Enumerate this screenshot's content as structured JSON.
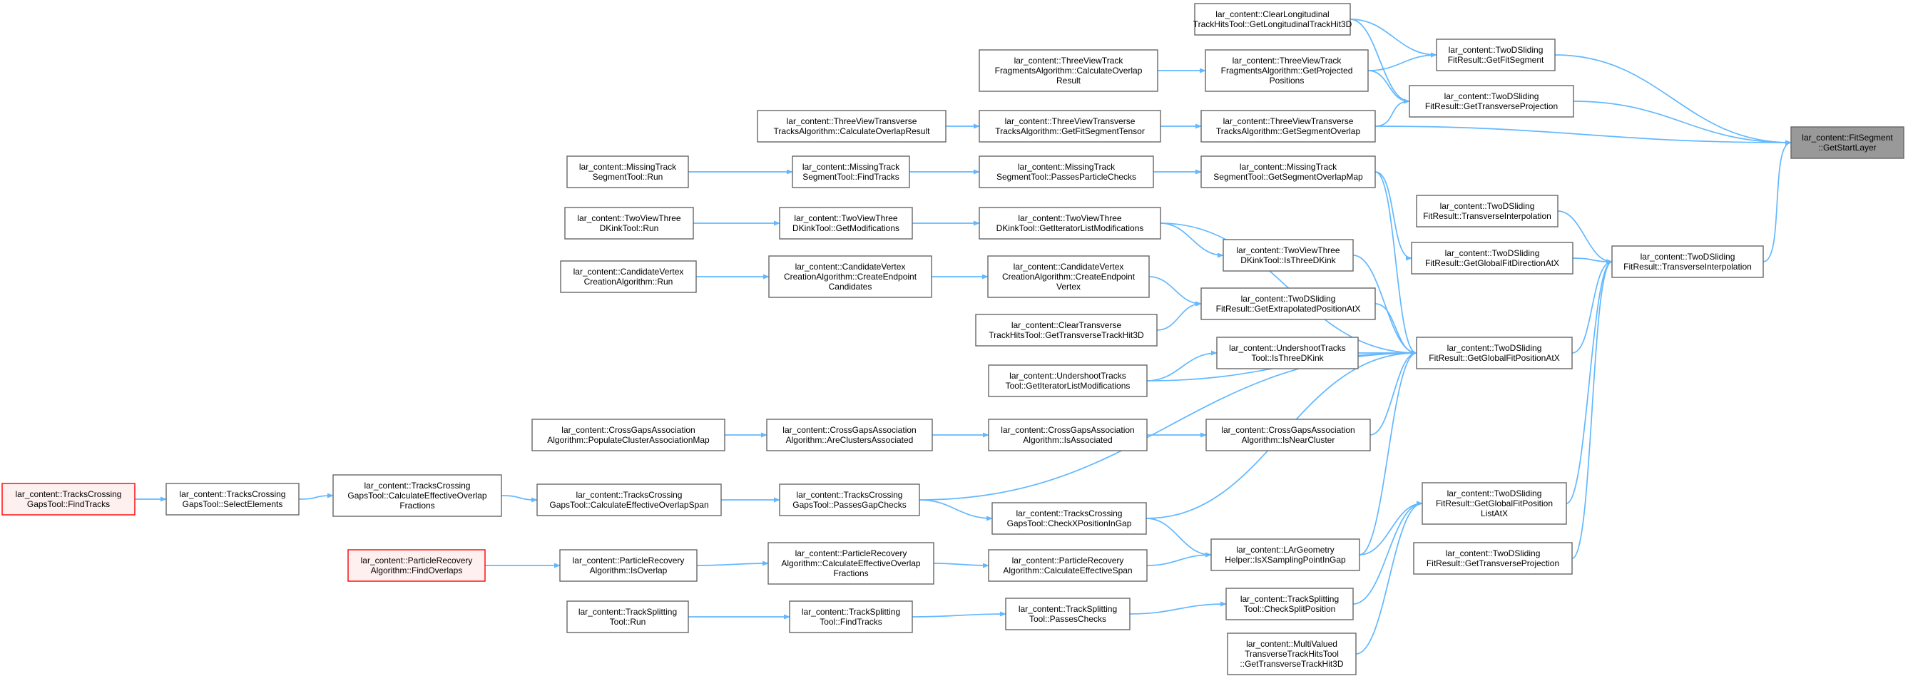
{
  "graph": {
    "nodes": [
      {
        "id": "n0",
        "lines": [
          "lar_content::FitSegment",
          "::GetStartLayer"
        ],
        "kind": "target"
      },
      {
        "id": "n1",
        "lines": [
          "lar_content::TwoDSliding",
          "FitResult::GetFitSegment"
        ],
        "kind": "normal"
      },
      {
        "id": "n2",
        "lines": [
          "lar_content::TwoDSliding",
          "FitResult::GetTransverseProjection"
        ],
        "kind": "normal"
      },
      {
        "id": "n3",
        "lines": [
          "lar_content::TwoDSliding",
          "FitResult::TransverseInterpolation"
        ],
        "kind": "normal"
      },
      {
        "id": "n4",
        "lines": [
          "lar_content::ClearLongitudinal",
          "TrackHitsTool::GetLongitudinalTrackHit3D"
        ],
        "kind": "normal"
      },
      {
        "id": "n5",
        "lines": [
          "lar_content::ThreeViewTrack",
          "FragmentsAlgorithm::GetProjected",
          "Positions"
        ],
        "kind": "normal"
      },
      {
        "id": "n6",
        "lines": [
          "lar_content::ThreeViewTrack",
          "FragmentsAlgorithm::CalculateOverlap",
          "Result"
        ],
        "kind": "normal"
      },
      {
        "id": "n7",
        "lines": [
          "lar_content::ThreeViewTransverse",
          "TracksAlgorithm::GetSegmentOverlap"
        ],
        "kind": "normal"
      },
      {
        "id": "n8",
        "lines": [
          "lar_content::ThreeViewTransverse",
          "TracksAlgorithm::GetFitSegmentTensor"
        ],
        "kind": "normal"
      },
      {
        "id": "n9",
        "lines": [
          "lar_content::ThreeViewTransverse",
          "TracksAlgorithm::CalculateOverlapResult"
        ],
        "kind": "normal"
      },
      {
        "id": "n10",
        "lines": [
          "lar_content::MissingTrack",
          "SegmentTool::GetSegmentOverlapMap"
        ],
        "kind": "normal"
      },
      {
        "id": "n11",
        "lines": [
          "lar_content::MissingTrack",
          "SegmentTool::PassesParticleChecks"
        ],
        "kind": "normal"
      },
      {
        "id": "n12",
        "lines": [
          "lar_content::MissingTrack",
          "SegmentTool::FindTracks"
        ],
        "kind": "normal"
      },
      {
        "id": "n13",
        "lines": [
          "lar_content::MissingTrack",
          "SegmentTool::Run"
        ],
        "kind": "normal"
      },
      {
        "id": "n14",
        "lines": [
          "lar_content::TwoDSliding",
          "FitResult::TransverseInterpolation"
        ],
        "kind": "normal"
      },
      {
        "id": "n15",
        "lines": [
          "lar_content::TwoDSliding",
          "FitResult::GetGlobalFitDirectionAtX"
        ],
        "kind": "normal"
      },
      {
        "id": "n16",
        "lines": [
          "lar_content::TwoDSliding",
          "FitResult::GetGlobalFitPositionAtX"
        ],
        "kind": "normal"
      },
      {
        "id": "n17",
        "lines": [
          "lar_content::TwoDSliding",
          "FitResult::GetGlobalFitPosition",
          "ListAtX"
        ],
        "kind": "normal"
      },
      {
        "id": "n18",
        "lines": [
          "lar_content::TwoDSliding",
          "FitResult::GetTransverseProjection"
        ],
        "kind": "normal"
      },
      {
        "id": "n19",
        "lines": [
          "lar_content::TwoViewThree",
          "DKinkTool::GetIteratorListModifications"
        ],
        "kind": "normal"
      },
      {
        "id": "n20",
        "lines": [
          "lar_content::TwoViewThree",
          "DKinkTool::GetModifications"
        ],
        "kind": "normal"
      },
      {
        "id": "n21",
        "lines": [
          "lar_content::TwoViewThree",
          "DKinkTool::Run"
        ],
        "kind": "normal"
      },
      {
        "id": "n22",
        "lines": [
          "lar_content::TwoViewThree",
          "DKinkTool::IsThreeDKink"
        ],
        "kind": "normal"
      },
      {
        "id": "n23",
        "lines": [
          "lar_content::TwoDSliding",
          "FitResult::GetExtrapolatedPositionAtX"
        ],
        "kind": "normal"
      },
      {
        "id": "n24",
        "lines": [
          "lar_content::CandidateVertex",
          "CreationAlgorithm::CreateEndpoint",
          "Vertex"
        ],
        "kind": "normal"
      },
      {
        "id": "n25",
        "lines": [
          "lar_content::CandidateVertex",
          "CreationAlgorithm::CreateEndpoint",
          "Candidates"
        ],
        "kind": "normal"
      },
      {
        "id": "n26",
        "lines": [
          "lar_content::CandidateVertex",
          "CreationAlgorithm::Run"
        ],
        "kind": "normal"
      },
      {
        "id": "n27",
        "lines": [
          "lar_content::ClearTransverse",
          "TrackHitsTool::GetTransverseTrackHit3D"
        ],
        "kind": "normal"
      },
      {
        "id": "n28",
        "lines": [
          "lar_content::UndershootTracks",
          "Tool::IsThreeDKink"
        ],
        "kind": "normal"
      },
      {
        "id": "n29",
        "lines": [
          "lar_content::UndershootTracks",
          "Tool::GetIteratorListModifications"
        ],
        "kind": "normal"
      },
      {
        "id": "n30",
        "lines": [
          "lar_content::CrossGapsAssociation",
          "Algorithm::IsNearCluster"
        ],
        "kind": "normal"
      },
      {
        "id": "n31",
        "lines": [
          "lar_content::CrossGapsAssociation",
          "Algorithm::IsAssociated"
        ],
        "kind": "normal"
      },
      {
        "id": "n32",
        "lines": [
          "lar_content::CrossGapsAssociation",
          "Algorithm::AreClustersAssociated"
        ],
        "kind": "normal"
      },
      {
        "id": "n33",
        "lines": [
          "lar_content::CrossGapsAssociation",
          "Algorithm::PopulateClusterAssociationMap"
        ],
        "kind": "normal"
      },
      {
        "id": "n34",
        "lines": [
          "lar_content::TracksCrossing",
          "GapsTool::PassesGapChecks"
        ],
        "kind": "normal"
      },
      {
        "id": "n35",
        "lines": [
          "lar_content::TracksCrossing",
          "GapsTool::CalculateEffectiveOverlapSpan"
        ],
        "kind": "normal"
      },
      {
        "id": "n36",
        "lines": [
          "lar_content::TracksCrossing",
          "GapsTool::CalculateEffectiveOverlap",
          "Fractions"
        ],
        "kind": "normal"
      },
      {
        "id": "n37",
        "lines": [
          "lar_content::TracksCrossing",
          "GapsTool::SelectElements"
        ],
        "kind": "normal"
      },
      {
        "id": "n38",
        "lines": [
          "lar_content::TracksCrossing",
          "GapsTool::FindTracks"
        ],
        "kind": "start"
      },
      {
        "id": "n39",
        "lines": [
          "lar_content::TracksCrossing",
          "GapsTool::CheckXPositionInGap"
        ],
        "kind": "normal"
      },
      {
        "id": "n40",
        "lines": [
          "lar_content::LArGeometry",
          "Helper::IsXSamplingPointInGap"
        ],
        "kind": "normal"
      },
      {
        "id": "n41",
        "lines": [
          "lar_content::ParticleRecovery",
          "Algorithm::CalculateEffectiveSpan"
        ],
        "kind": "normal"
      },
      {
        "id": "n42",
        "lines": [
          "lar_content::ParticleRecovery",
          "Algorithm::CalculateEffectiveOverlap",
          "Fractions"
        ],
        "kind": "normal"
      },
      {
        "id": "n43",
        "lines": [
          "lar_content::ParticleRecovery",
          "Algorithm::IsOverlap"
        ],
        "kind": "normal"
      },
      {
        "id": "n44",
        "lines": [
          "lar_content::ParticleRecovery",
          "Algorithm::FindOverlaps"
        ],
        "kind": "start"
      },
      {
        "id": "n45",
        "lines": [
          "lar_content::TrackSplitting",
          "Tool::CheckSplitPosition"
        ],
        "kind": "normal"
      },
      {
        "id": "n46",
        "lines": [
          "lar_content::TrackSplitting",
          "Tool::PassesChecks"
        ],
        "kind": "normal"
      },
      {
        "id": "n47",
        "lines": [
          "lar_content::TrackSplitting",
          "Tool::FindTracks"
        ],
        "kind": "normal"
      },
      {
        "id": "n48",
        "lines": [
          "lar_content::TrackSplitting",
          "Tool::Run"
        ],
        "kind": "normal"
      },
      {
        "id": "n49",
        "lines": [
          "lar_content::MultiValued",
          "TransverseTrackHitsTool",
          "::GetTransverseTrackHit3D"
        ],
        "kind": "normal"
      }
    ],
    "edges": [
      [
        "n1",
        "n0"
      ],
      [
        "n2",
        "n0"
      ],
      [
        "n3",
        "n0"
      ],
      [
        "n7",
        "n0"
      ],
      [
        "n4",
        "n1"
      ],
      [
        "n5",
        "n1"
      ],
      [
        "n4",
        "n2"
      ],
      [
        "n5",
        "n2"
      ],
      [
        "n7",
        "n2"
      ],
      [
        "n6",
        "n5"
      ],
      [
        "n8",
        "n7"
      ],
      [
        "n9",
        "n8"
      ],
      [
        "n14",
        "n3"
      ],
      [
        "n15",
        "n3"
      ],
      [
        "n16",
        "n3"
      ],
      [
        "n17",
        "n3"
      ],
      [
        "n18",
        "n3"
      ],
      [
        "n10",
        "n15"
      ],
      [
        "n10",
        "n16"
      ],
      [
        "n11",
        "n10"
      ],
      [
        "n12",
        "n11"
      ],
      [
        "n13",
        "n12"
      ],
      [
        "n19",
        "n16"
      ],
      [
        "n19",
        "n22"
      ],
      [
        "n20",
        "n19"
      ],
      [
        "n21",
        "n20"
      ],
      [
        "n22",
        "n16"
      ],
      [
        "n23",
        "n16"
      ],
      [
        "n24",
        "n23"
      ],
      [
        "n25",
        "n24"
      ],
      [
        "n26",
        "n25"
      ],
      [
        "n27",
        "n23"
      ],
      [
        "n28",
        "n16"
      ],
      [
        "n29",
        "n16"
      ],
      [
        "n29",
        "n28"
      ],
      [
        "n30",
        "n16"
      ],
      [
        "n31",
        "n30"
      ],
      [
        "n32",
        "n31"
      ],
      [
        "n33",
        "n32"
      ],
      [
        "n34",
        "n16"
      ],
      [
        "n34",
        "n39"
      ],
      [
        "n35",
        "n34"
      ],
      [
        "n36",
        "n35"
      ],
      [
        "n37",
        "n36"
      ],
      [
        "n38",
        "n37"
      ],
      [
        "n39",
        "n16"
      ],
      [
        "n39",
        "n40"
      ],
      [
        "n40",
        "n16"
      ],
      [
        "n40",
        "n17"
      ],
      [
        "n41",
        "n40"
      ],
      [
        "n42",
        "n41"
      ],
      [
        "n43",
        "n42"
      ],
      [
        "n44",
        "n43"
      ],
      [
        "n45",
        "n17"
      ],
      [
        "n46",
        "n45"
      ],
      [
        "n47",
        "n46"
      ],
      [
        "n48",
        "n47"
      ],
      [
        "n49",
        "n17"
      ]
    ]
  }
}
